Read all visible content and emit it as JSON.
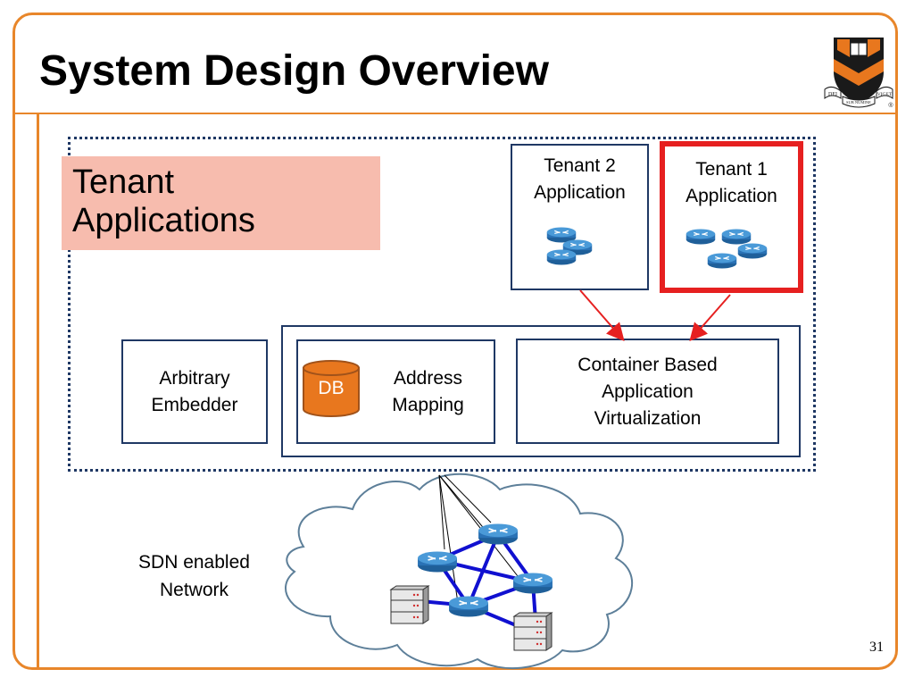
{
  "slide": {
    "title": "System Design Overview",
    "page_number": "31"
  },
  "tenant_label": {
    "line1": "Tenant",
    "line2": "Applications"
  },
  "tenant2": {
    "line1": "Tenant 2",
    "line2": "Application"
  },
  "tenant1": {
    "line1": "Tenant 1",
    "line2": "Application"
  },
  "embedder": {
    "line1": "Arbitrary",
    "line2": "Embedder"
  },
  "address_mapping": {
    "db": "DB",
    "line1": "Address",
    "line2": "Mapping"
  },
  "container": {
    "line1": "Container Based",
    "line2": "Application",
    "line3": "Virtualization"
  },
  "network": {
    "line1": "SDN enabled",
    "line2": "Network"
  },
  "logo": {
    "left_ribbon": "DEI",
    "center_ribbon": "SUB NUMINE",
    "right_ribbon": "VIGET",
    "mark": "®"
  },
  "colors": {
    "accent_orange": "#e8862a",
    "navy": "#1f3864",
    "highlight_red": "#e62020",
    "label_fill": "#f7bcae",
    "db_orange": "#e8771e",
    "link_blue": "#1010d0",
    "router_blue": "#2f7fc1"
  }
}
